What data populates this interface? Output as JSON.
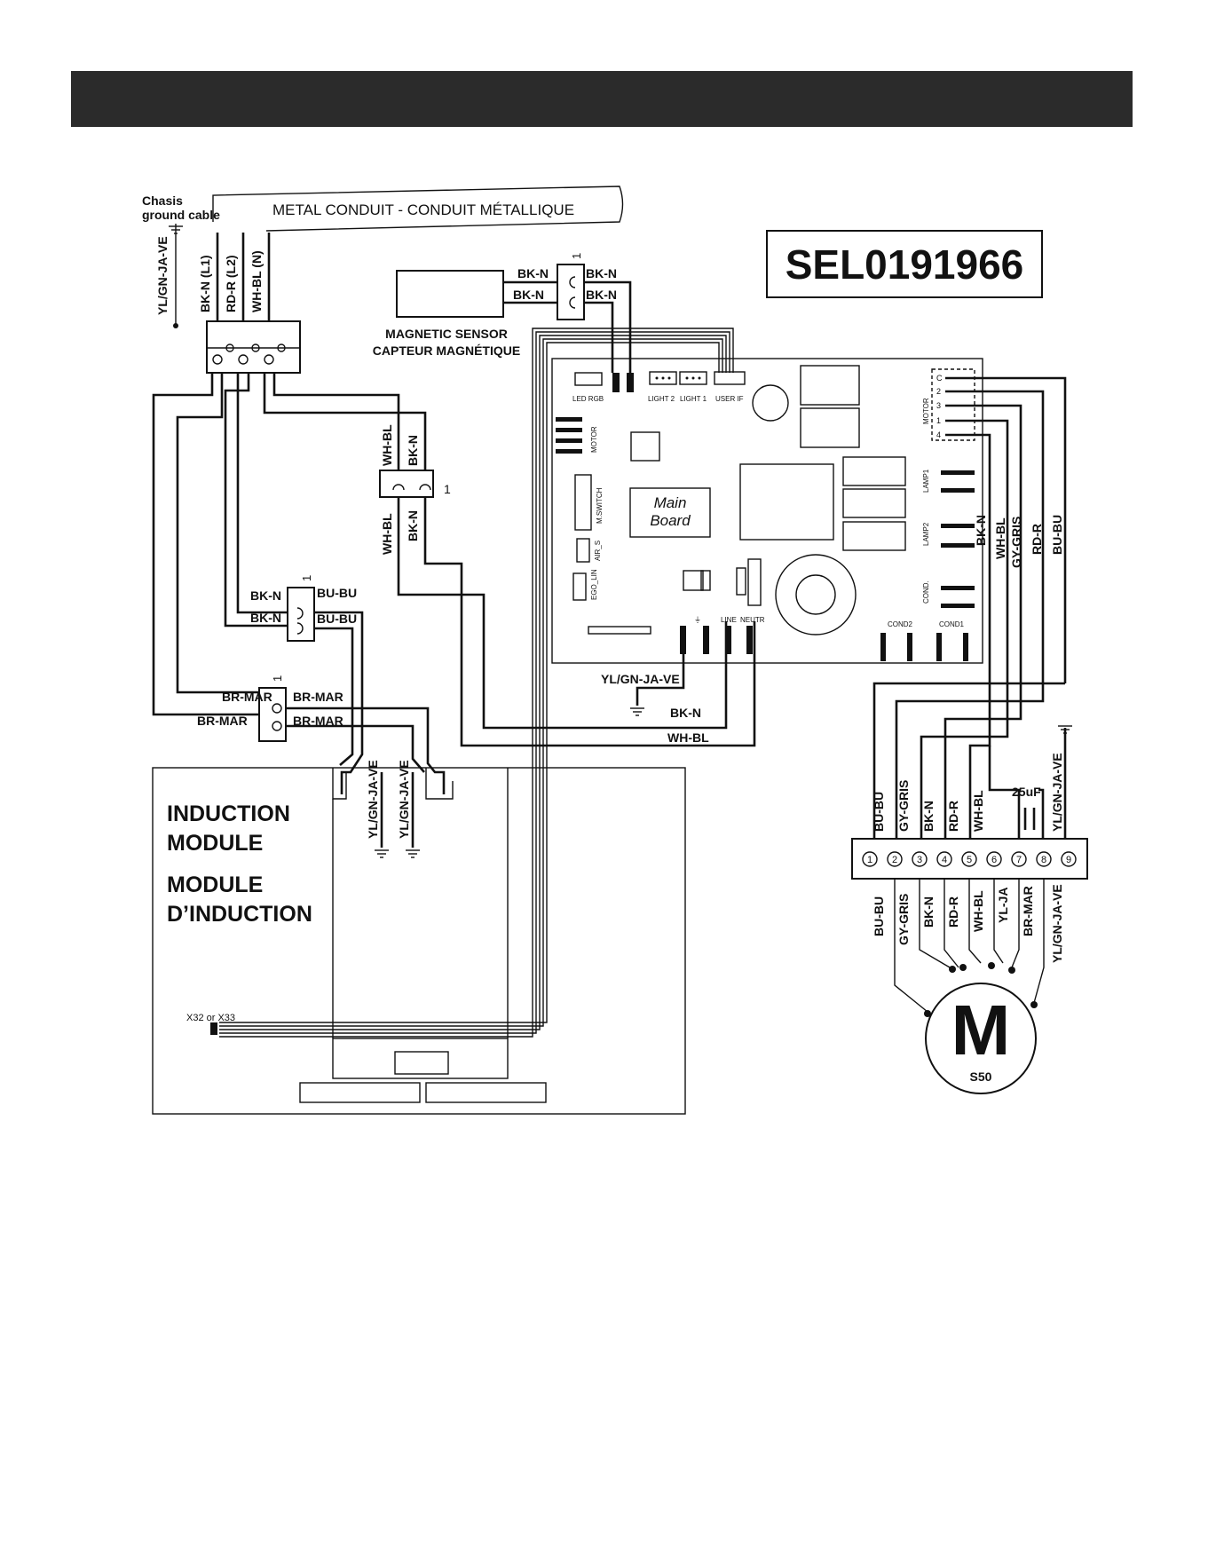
{
  "header": {
    "bar_color": "#2b2b2b"
  },
  "model_code": "SEL0191966",
  "conduit": {
    "label": "METAL CONDUIT - CONDUIT MÉTALLIQUE"
  },
  "chassis": {
    "line1": "Chasis",
    "line2": "ground cable",
    "ground_wire": "YL/GN-JA-VE"
  },
  "terminal_block": {
    "wires": [
      "BK-N (L1)",
      "RD-R (L2)",
      "WH-BL (N)"
    ]
  },
  "magnetic_sensor": {
    "line1": "MAGNETIC SENSOR",
    "line2": "CAPTEUR MAGNÉTIQUE",
    "pin_mark": "1",
    "wires_left": [
      "BK-N",
      "BK-N"
    ],
    "wires_right": [
      "BK-N",
      "BK-N"
    ]
  },
  "connector_mid": {
    "top": [
      "WH-BL",
      "BK-N"
    ],
    "bottom": [
      "WH-BL",
      "BK-N"
    ],
    "pin_mark": "1"
  },
  "connector_bu": {
    "left": [
      "BK-N",
      "BK-N"
    ],
    "right": [
      "BU-BU",
      "BU-BU"
    ],
    "pin_mark": "1"
  },
  "connector_br": {
    "left": [
      "BR-MAR",
      "BR-MAR"
    ],
    "right": [
      "BR-MAR",
      "BR-MAR"
    ],
    "pin_mark": "1"
  },
  "main_board": {
    "title_line1": "Main",
    "title_line2": "Board",
    "labels": {
      "led_rgb": "LED RGB",
      "light2": "LIGHT 2",
      "light1": "LIGHT 1",
      "user_if": "USER IF",
      "motor_left": "MOTOR",
      "m_switch": "M.SWITCH",
      "air_s": "AIR_S",
      "ego_lin": "EGO_LIN",
      "lamp1": "LAMP1",
      "lamp2": "LAMP2",
      "cond": "COND.",
      "cond2": "COND2",
      "cond1": "COND1",
      "line": "LINE",
      "neutr": "NEUTR",
      "motor_right": "MOTOR"
    },
    "motor_pins": [
      "C",
      "2",
      "3",
      "1",
      "4"
    ],
    "ground_wire": "YL/GN-JA-VE",
    "line_wire": "BK-N",
    "neutral_wire": "WH-BL"
  },
  "motor_harness": {
    "wires": [
      "BK-N",
      "WH-BL",
      "GY-GRIS",
      "RD-R",
      "BU-BU"
    ]
  },
  "induction_module": {
    "line1": "INDUCTION",
    "line2": "MODULE",
    "line3": "MODULE",
    "line4": "D’INDUCTION",
    "connector": "X32 or X33",
    "ground_wires": [
      "YL/GN-JA-VE",
      "YL/GN-JA-VE"
    ]
  },
  "motor_terminal": {
    "pins": [
      "1",
      "2",
      "3",
      "4",
      "5",
      "6",
      "7",
      "8",
      "9"
    ],
    "top_wires": [
      "BU-BU",
      "GY-GRIS",
      "BK-N",
      "RD-R",
      "WH-BL",
      "YL/GN-JA-VE"
    ],
    "capacitor": "25uF",
    "bottom_wires": [
      "BU-BU",
      "GY-GRIS",
      "BK-N",
      "RD-R",
      "WH-BL",
      "YL-JA",
      "BR-MAR",
      "YL/GN-JA-VE"
    ]
  },
  "motor": {
    "letter": "M",
    "model": "S50"
  }
}
